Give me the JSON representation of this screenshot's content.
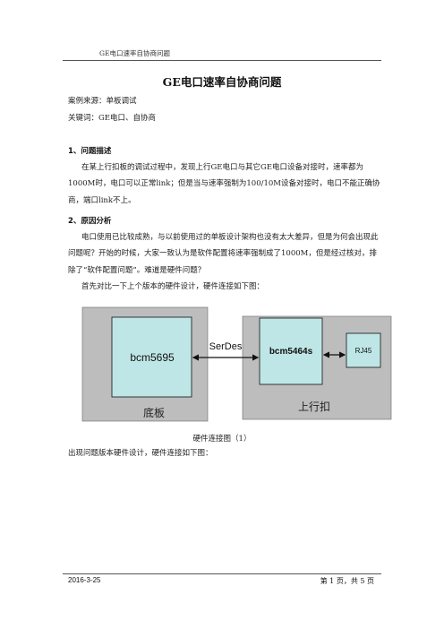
{
  "header": {
    "running_title": "GE电口速率自协商问题"
  },
  "title": "GE电口速率自协商问题",
  "meta": {
    "source": "案例来源：单板调试",
    "keywords": "关键词：GE电口、自协商"
  },
  "sections": [
    {
      "heading": "1、问题描述",
      "paragraph": "在某上行扣板的调试过程中，发现上行GE电口与其它GE电口设备对接时，速率都为1000M时，电口可以正常link；但是当与速率强制为100/10M设备对接时，电口不能正确协商，端口link不上。"
    },
    {
      "heading": "2、原因分析",
      "paragraph": "电口使用已比较成熟，与以前使用过的单板设计架构也没有太大差异，但是为何会出现此问题呢？开始的时候，大家一致认为是软件配置将速率强制成了1000M，但是经过核对，排除了“软件配置问题”。难道是硬件问题？",
      "paragraph2": "首先对比一下上个版本的硬件设计，硬件连接如下图："
    }
  ],
  "diagram": {
    "left_chip": "bcm5695",
    "link_label": "SerDes",
    "right_chip": "bcm5464s",
    "connector": "RJ45",
    "left_board": "底板",
    "right_board": "上行扣",
    "colors": {
      "board": "#bdbdbd",
      "chip": "#bfe6e6"
    }
  },
  "caption": "硬件连接图（1）",
  "after_figure": "出现问题版本硬件设计，硬件连接如下图：",
  "footer": {
    "date": "2016-3-25",
    "page": "第 1 页，共 5 页"
  }
}
